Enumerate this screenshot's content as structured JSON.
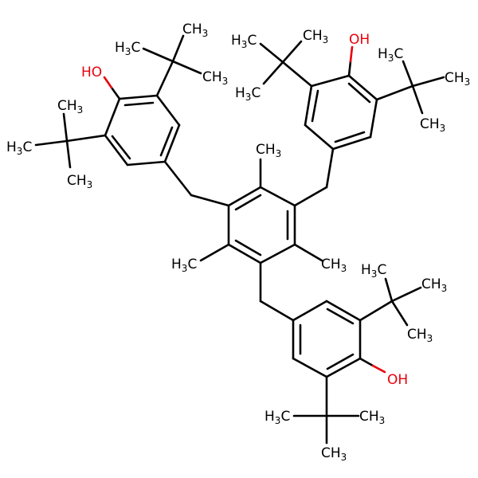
{
  "diagram": {
    "type": "chemical-structure",
    "atom_label_color": "#000000",
    "heteroatom_color": "#e8000b",
    "labels": {
      "hydroxyl_left": "HO",
      "hydroxyl_right": "OH",
      "hydroxyl_bottom": "OH",
      "methyl_main": "CH",
      "methyl_rev": "H",
      "methyl_c": "C",
      "subscript": "3"
    },
    "groups": {
      "left_phenol": {
        "substituents": [
          "HO",
          "tert-butyl",
          "tert-butyl",
          "CH2 bridge"
        ]
      },
      "right_phenol": {
        "substituents": [
          "OH",
          "tert-butyl",
          "tert-butyl",
          "CH2 bridge"
        ]
      },
      "bottom_phenol": {
        "substituents": [
          "OH",
          "tert-butyl",
          "tert-butyl",
          "CH2 bridge"
        ]
      },
      "central_ring": {
        "substituents": [
          "CH3",
          "CH3",
          "H3C",
          "CH2",
          "CH2",
          "CH2"
        ]
      }
    }
  }
}
